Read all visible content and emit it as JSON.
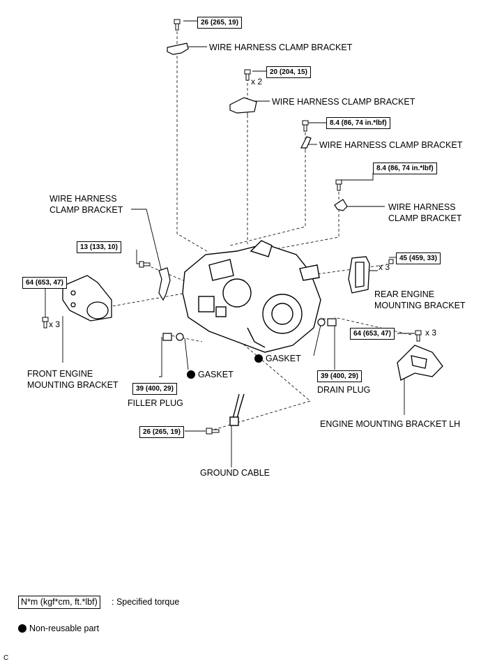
{
  "labels": {
    "wire_harness_clamp_bracket": "WIRE HARNESS CLAMP BRACKET",
    "wire_harness_clamp_line1": "WIRE HARNESS",
    "wire_harness_clamp_line2": "CLAMP BRACKET",
    "rear_engine_mounting_line1": "REAR ENGINE",
    "rear_engine_mounting_line2": "MOUNTING BRACKET",
    "front_engine_mounting_line1": "FRONT ENGINE",
    "front_engine_mounting_line2": "MOUNTING BRACKET",
    "gasket": "GASKET",
    "filler_plug": "FILLER PLUG",
    "drain_plug": "DRAIN PLUG",
    "engine_mounting_bracket_lh": "ENGINE MOUNTING BRACKET LH",
    "ground_cable": "GROUND CABLE"
  },
  "torques": {
    "t1": "26 (265, 19)",
    "t2": "20 (204, 15)",
    "t3": "8.4 (86, 74 in.*lbf)",
    "t4": "8.4 (86, 74 in.*lbf)",
    "t5": "13 (133, 10)",
    "t6": "64 (653, 47)",
    "t7": "45 (459, 33)",
    "t8": "64 (653, 47)",
    "t9": "39 (400, 29)",
    "t10": "39 (400, 29)",
    "t11": "26 (265, 19)"
  },
  "multipliers": {
    "x2": "x 2",
    "x3": "x 3"
  },
  "legend": {
    "torque_key": "N*m (kgf*cm, ft.*lbf)",
    "torque_desc": ": Specified torque",
    "nonreusable": "Non-reusable part"
  },
  "corner_mark": "C"
}
